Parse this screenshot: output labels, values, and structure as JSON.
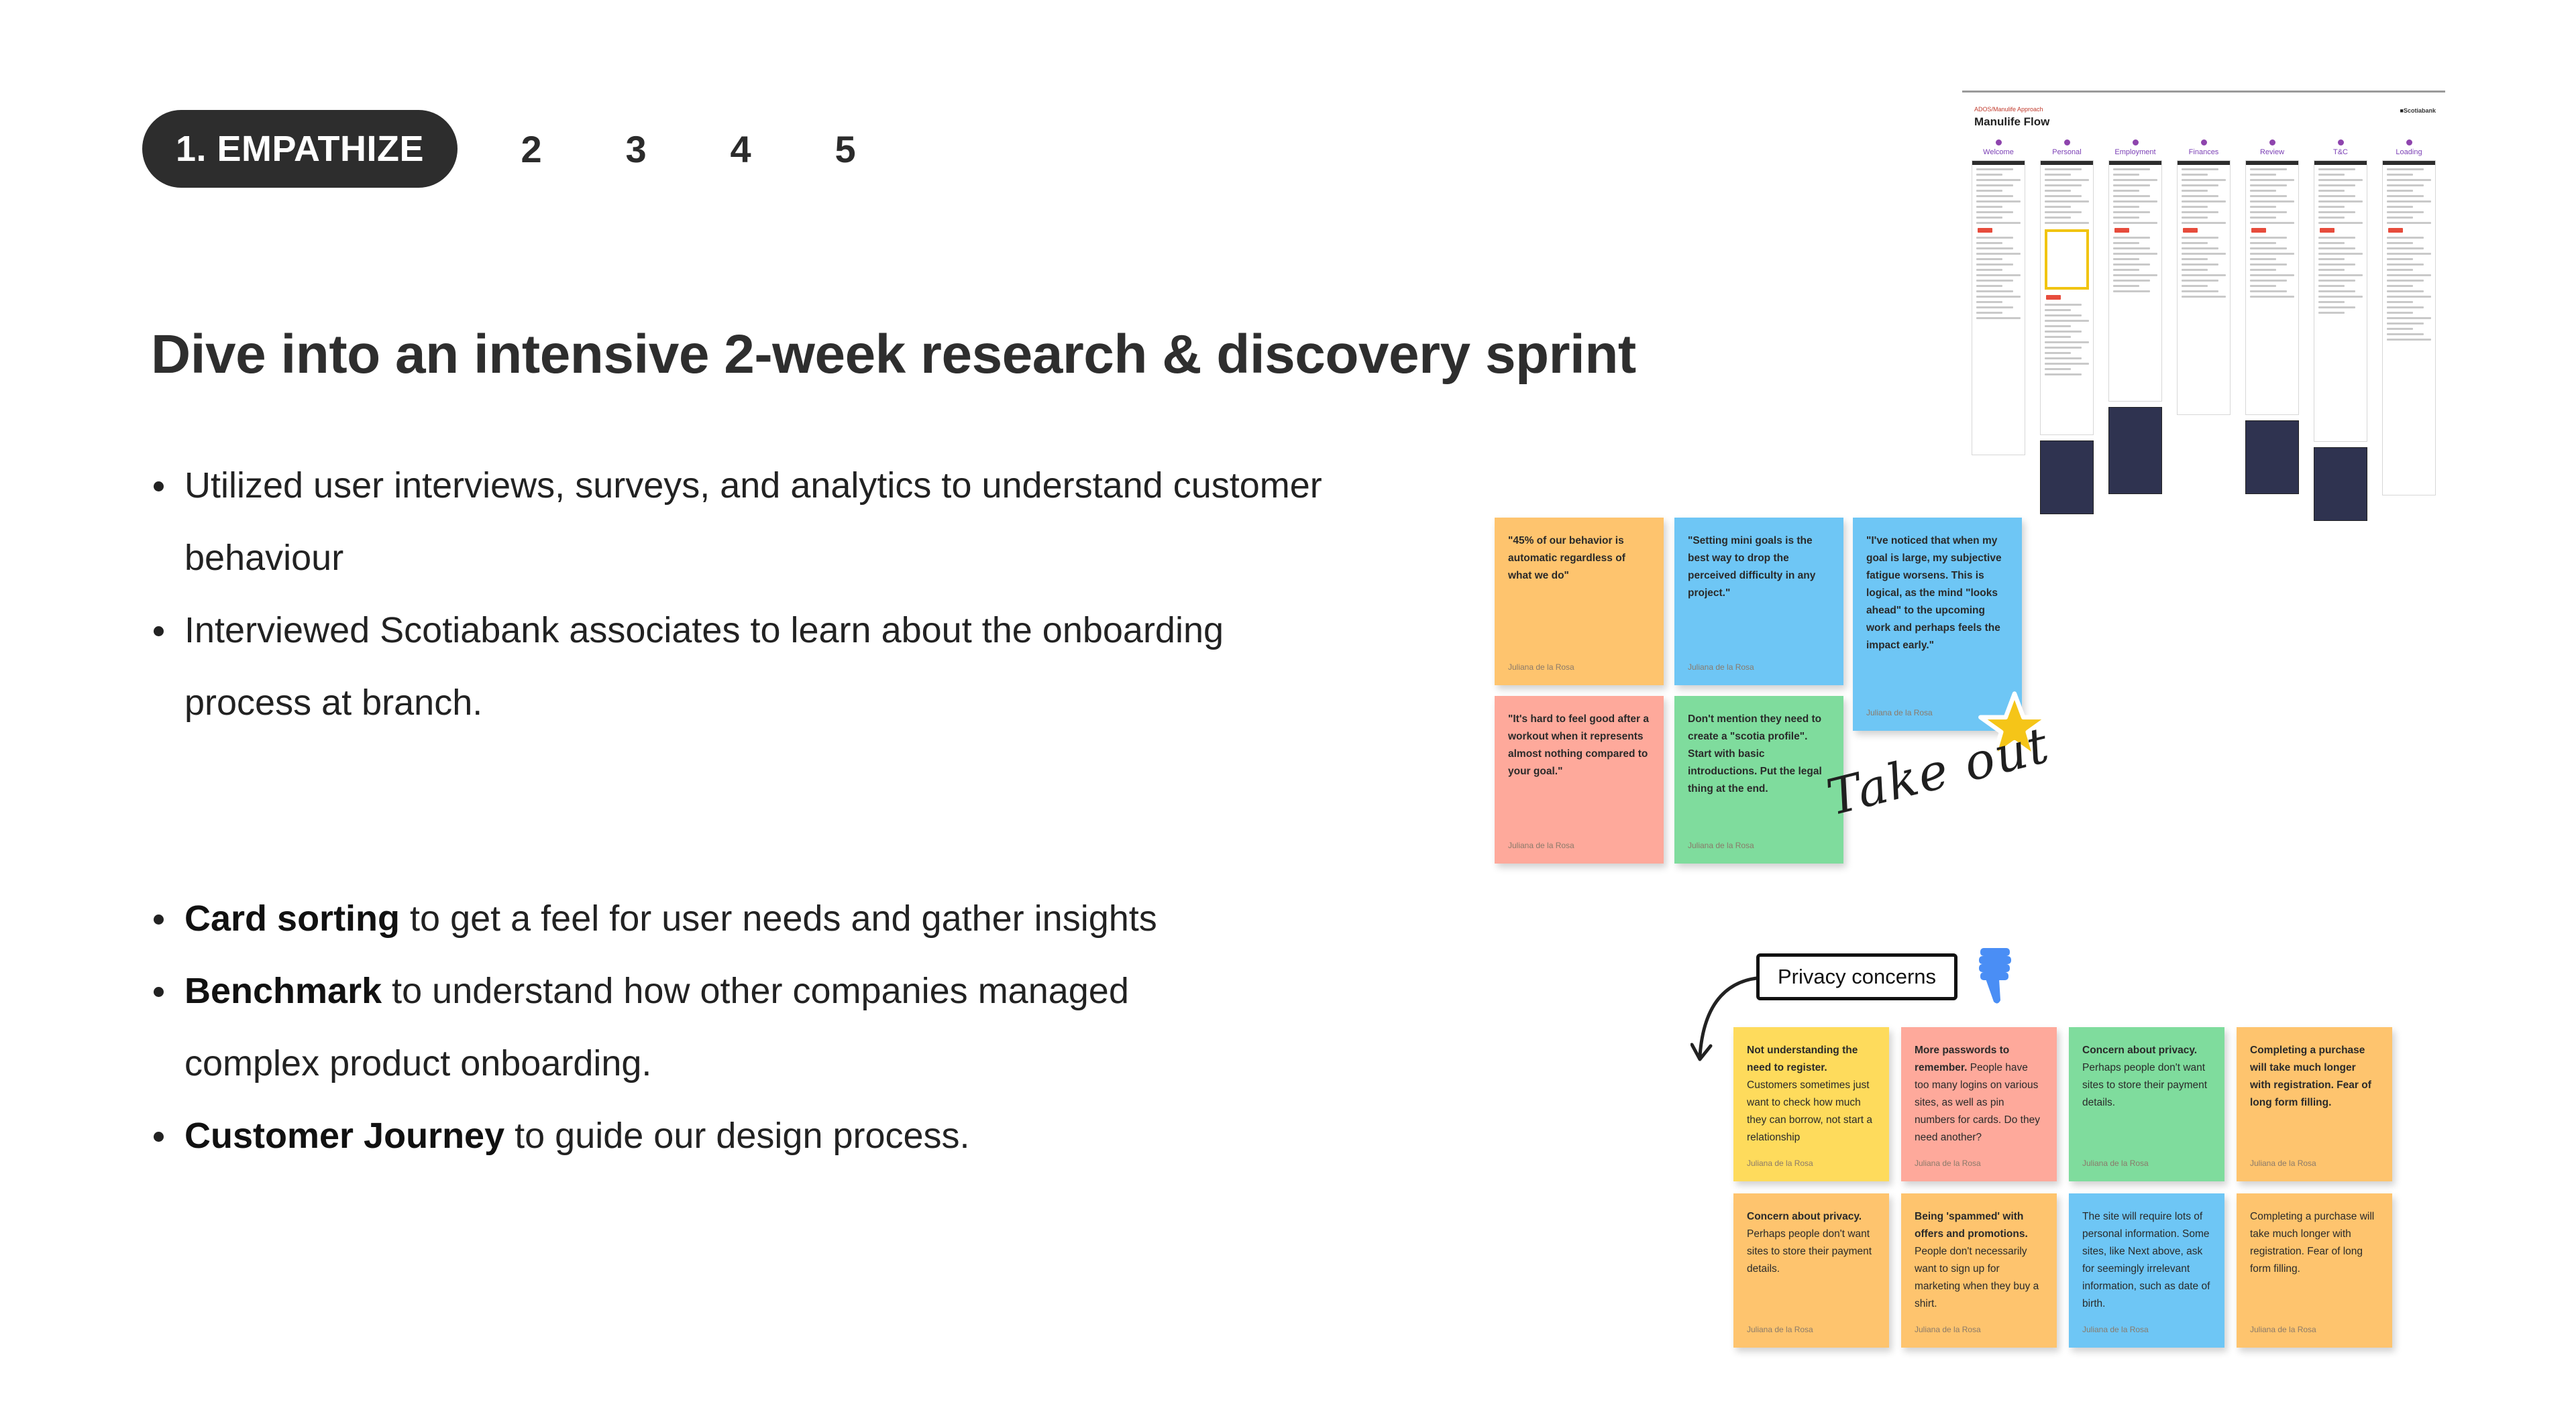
{
  "steps": {
    "active": "1. EMPATHIZE",
    "others": [
      "2",
      "3",
      "4",
      "5"
    ]
  },
  "heading": "Dive into an intensive 2-week research & discovery sprint",
  "research_bullets": [
    "Utilized user interviews, surveys, and analytics to understand customer behaviour",
    "Interviewed Scotiabank associates to learn about the onboarding process at branch."
  ],
  "method_bullets": [
    {
      "bold": "Card sorting",
      "rest": " to get a feel for user needs and gather insights"
    },
    {
      "bold": "Benchmark",
      "rest": " to understand how other companies managed complex product onboarding."
    },
    {
      "bold": "Customer Journey",
      "rest": " to guide our design process."
    }
  ],
  "flow": {
    "topbar": "ADOS/Manulife Approach",
    "title": "Manulife Flow",
    "brand": "Scotiabank",
    "columns": [
      "Welcome",
      "Personal",
      "Employment",
      "Finances",
      "Review",
      "T&C",
      "Loading"
    ]
  },
  "notes_top": [
    {
      "text": "\"45% of our behavior is automatic regardless of what we do\"",
      "author": "Juliana de la Rosa",
      "color": "orange"
    },
    {
      "text": "\"Setting mini goals is the best way to drop the perceived difficulty in any project.\"",
      "author": "Juliana de la Rosa",
      "color": "blue"
    },
    {
      "text": "\"I've noticed that when my goal is large, my subjective fatigue worsens. This is logical, as the mind \"looks ahead\" to the upcoming work and perhaps feels the impact early.\"",
      "author": "Juliana de la Rosa",
      "color": "blue"
    },
    {
      "text": "\"It's hard to feel good after a workout when it represents almost nothing compared to your goal.\"",
      "author": "Juliana de la Rosa",
      "color": "pink"
    },
    {
      "text": "Don't mention they need to create a \"scotia profile\". Start with basic introductions. Put the legal thing at the end.",
      "author": "Juliana de la Rosa",
      "color": "green"
    }
  ],
  "takeout_label": "Take out",
  "privacy_label": "Privacy concerns",
  "notes_bottom": [
    {
      "bold": "Not understanding the need to register.",
      "rest": " Customers sometimes just want to check how much they can borrow, not start a relationship",
      "author": "Juliana de la Rosa",
      "color": "yellow"
    },
    {
      "bold": "More passwords to remember.",
      "rest": " People have too many logins on various sites, as well as pin numbers for cards. Do they need another?",
      "author": "Juliana de la Rosa",
      "color": "pink"
    },
    {
      "bold": "Concern about privacy.",
      "rest": " Perhaps people don't want sites to store their payment details.",
      "author": "Juliana de la Rosa",
      "color": "green"
    },
    {
      "bold": "Completing a purchase will take much longer with registration. Fear of long form filling.",
      "rest": "",
      "author": "Juliana de la Rosa",
      "color": "orange"
    },
    {
      "bold": "Concern about privacy.",
      "rest": " Perhaps people don't want sites to store their payment details.",
      "author": "Juliana de la Rosa",
      "color": "orange"
    },
    {
      "bold": "Being 'spammed' with offers and promotions.",
      "rest": " People don't necessarily want to sign up for marketing when they buy a shirt.",
      "author": "Juliana de la Rosa",
      "color": "orange"
    },
    {
      "bold": "",
      "rest": "The site will require lots of personal information. Some sites, like Next above, ask for seemingly irrelevant information, such as date of birth.",
      "author": "Juliana de la Rosa",
      "color": "blue"
    },
    {
      "bold": "",
      "rest": "Completing a purchase will take much longer with registration. Fear of long form filling.",
      "author": "Juliana de la Rosa",
      "color": "orange"
    }
  ],
  "icons": {
    "star": "star-icon",
    "thumb": "thumbs-down-icon",
    "arrow": "curved-arrow-icon"
  },
  "colors": {
    "pill": "#2d2d2d",
    "accent": "#8e44ad",
    "star": "#f5c518",
    "thumb": "#4a8ef5"
  }
}
